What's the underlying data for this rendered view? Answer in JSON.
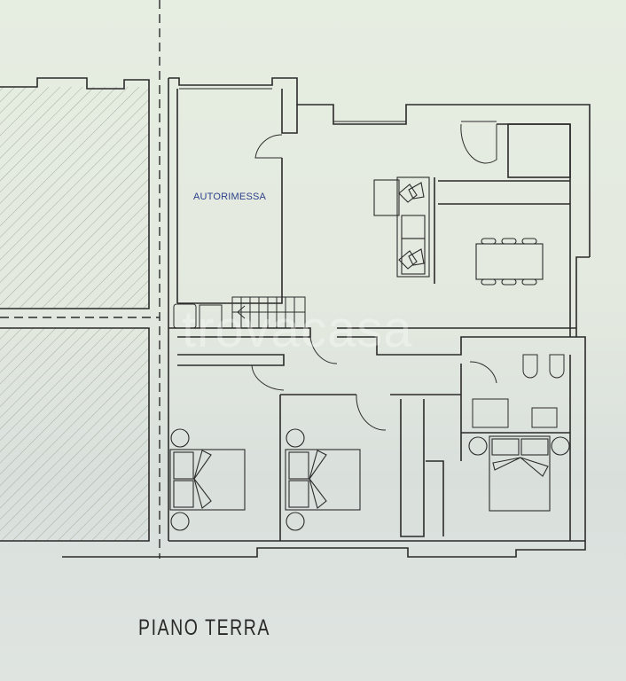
{
  "plan": {
    "title": "PIANO TERRA",
    "watermark": "trovacasa",
    "rooms": [
      {
        "id": "garage",
        "label": "AUTORIMESSA"
      }
    ],
    "colors": {
      "wall": "#2b2b2b",
      "paper_top": "#e6ede1",
      "paper_bottom": "#dfe4e1",
      "label_blue": "#2d3f8a",
      "hatch": "#9aa79a"
    },
    "furniture": [
      "corner-sofa",
      "dining-table-6-chairs",
      "kitchen-block",
      "double-bed-room-1",
      "double-bed-room-2",
      "double-bed-master",
      "bathroom-toilet",
      "bathroom-bidet",
      "shower-tray",
      "washbasin",
      "laundry-sink",
      "washing-machine",
      "staircase"
    ]
  }
}
